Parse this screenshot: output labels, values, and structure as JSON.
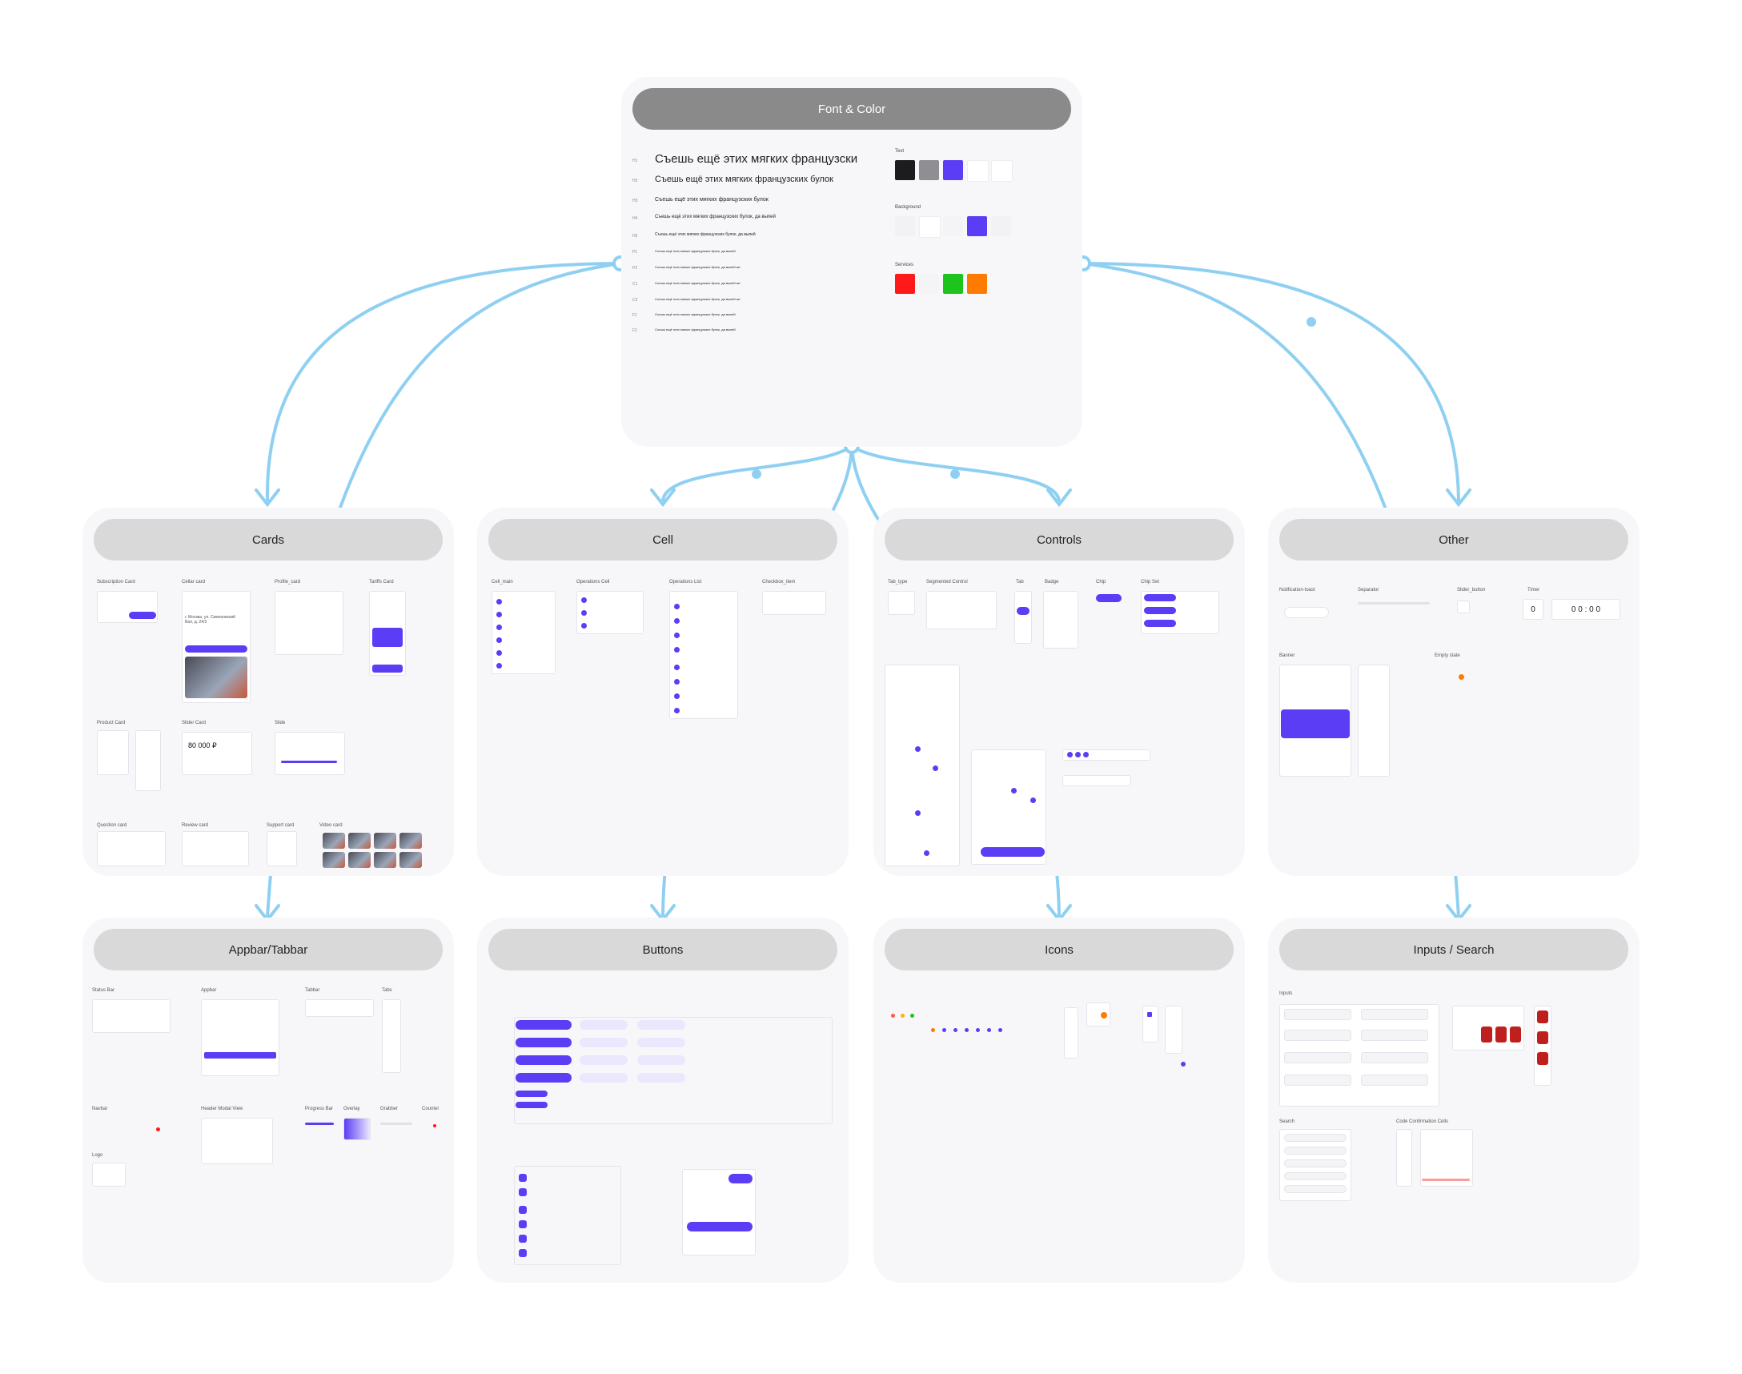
{
  "top": {
    "title": "Font & Color",
    "sample_text": "Съешь ещё этих мягких французских булок, да выпей же чаю",
    "type_rows": [
      {
        "tag": "H1",
        "text": "Съешь ещё этих мягких французски"
      },
      {
        "tag": "H2",
        "text": "Съешь ещё этих мягких французских булок"
      },
      {
        "tag": "H3",
        "text": "Съешь ещё этих мягких французских булок"
      },
      {
        "tag": "H4",
        "text": "Съешь ещё этих мягких французских булок, да выпей"
      },
      {
        "tag": "H5",
        "text": "Съешь ещё этих мягких французских булок, да выпей"
      },
      {
        "tag": "P1",
        "text": "Съешь ещё этих мягких французских булок, да выпей"
      },
      {
        "tag": "P2",
        "text": "Съешь ещё этих мягких французских булок, да выпей же"
      },
      {
        "tag": "C1",
        "text": "Съешь ещё этих мягких французских булок, да выпей же"
      },
      {
        "tag": "C2",
        "text": "Съешь ещё этих мягких французских булок, да выпей же"
      },
      {
        "tag": "F1",
        "text": "Съешь ещё этих мягких французских булок, да выпей"
      },
      {
        "tag": "F2",
        "text": "Съешь ещё этих мягких французских булок, да выпей"
      }
    ],
    "color_sections": [
      {
        "title": "Text",
        "swatches": [
          "#1c1c1e",
          "#8e8e93",
          "#5b3df5",
          "#ffffff",
          "#ffffff"
        ]
      },
      {
        "title": "Background",
        "swatches": [
          "#f2f2f4",
          "#ffffff",
          "#f4f4f7",
          "#5b3df5",
          "#f2f2f4",
          "#f7f7f9"
        ]
      },
      {
        "title": "Services",
        "swatches": [
          "#ff1a1a",
          "#f4f4f7",
          "#1ec41e",
          "#ff7a00"
        ]
      }
    ]
  },
  "panels": {
    "cards": {
      "title": "Cards",
      "labels": [
        "Subscription Card",
        "Cellar card",
        "Profile_card",
        "Tariffs Card",
        "Product Card",
        "Slider Card",
        "Slide",
        "Question card",
        "Review card",
        "Support card",
        "Video card"
      ],
      "city_text": "г. Москва, ул. Симоновский Вал, д. 24/3",
      "price_text": "80 000 ₽"
    },
    "cell": {
      "title": "Cell",
      "labels": [
        "Cell_main",
        "Operations Cell",
        "Operations List",
        "Checkbox_item"
      ]
    },
    "controls": {
      "title": "Controls",
      "labels": [
        "Tab_type",
        "Segmented Control",
        "Tab",
        "Badge",
        "Chip",
        "Chip Set"
      ]
    },
    "other": {
      "title": "Other",
      "labels": [
        "Notification-toast",
        "Separator",
        "Slider_button",
        "Timer",
        "Banner",
        "Empty state"
      ],
      "timer_left": "0",
      "timer_right": "0 0 : 0 0"
    },
    "appbar": {
      "title": "Appbar/Tabbar",
      "labels": [
        "Status Bar",
        "Appbar",
        "Tabbar",
        "Tabs",
        "Navbar",
        "Header Modal View",
        "Progress Bar",
        "Overlay",
        "Grabber",
        "Counter",
        "Logo"
      ]
    },
    "buttons": {
      "title": "Buttons"
    },
    "icons": {
      "title": "Icons"
    },
    "inputs": {
      "title": "Inputs / Search",
      "labels": [
        "Inputs",
        "Search",
        "Code Confirmation Cells"
      ]
    }
  },
  "colors": {
    "accent": "#5b3df5",
    "connector": "#8fd0f2",
    "panel_bg": "#f7f7f9",
    "header_bg": "#d9d9d9",
    "top_header_bg": "#8a8a8a"
  }
}
